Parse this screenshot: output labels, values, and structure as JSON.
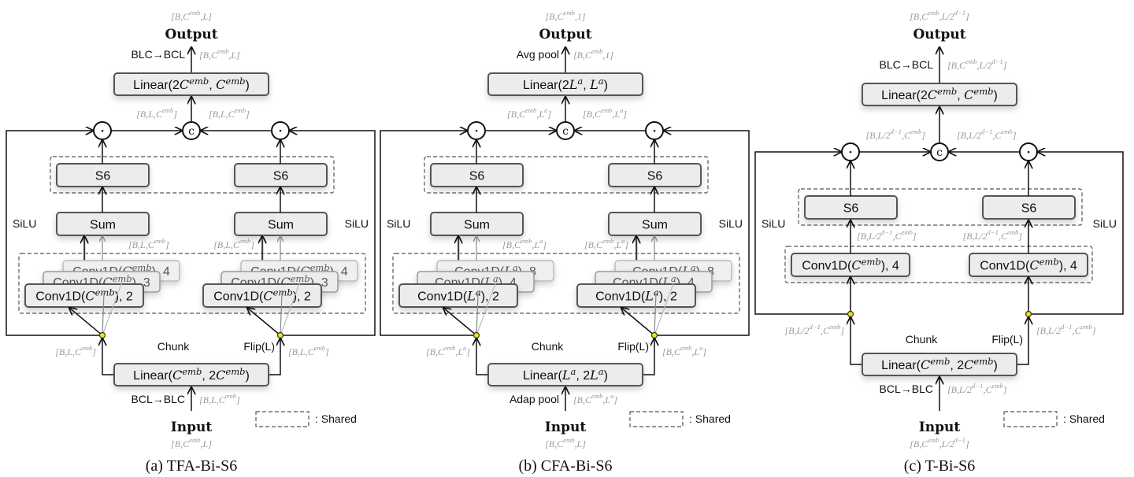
{
  "figure": {
    "panels": [
      {
        "caption": "(a) TFA-Bi-S6",
        "output_label": "Output",
        "output_shape": "[B,C^emb,L]",
        "top_transform": "BLC→BCL",
        "top_shape": "[B,C^emb,L]",
        "top_linear": "Linear(2C^emb, C^emb)",
        "concat_shape_left": "[B,L,C^emb]",
        "concat_shape_right": "[B,L,C^emb]",
        "concat_symbol": "c",
        "mult_symbol": "·",
        "s6_label": "S6",
        "sum_label": "Sum",
        "silu_label": "SiLU",
        "conv_shape_left": "[B,L,C^emb]",
        "conv_shape_right": "[B,L,C^emb]",
        "convs": [
          "Conv1D(C^emb), 2",
          "Conv1D(C^emb), 3",
          "Conv1D(C^emb), 4"
        ],
        "branch_shape_left": "[B,L,C^emb]",
        "branch_shape_right": "[B,L,C^emb]",
        "chunk_label": "Chunk",
        "flip_label": "Flip(L)",
        "bottom_linear": "Linear(C^emb, 2C^emb)",
        "bottom_transform": "BCL→BLC",
        "bottom_shape": "[B,L,C^emb]",
        "input_label": "Input",
        "input_shape": "[B,C^emb,L]",
        "legend_label": ": Shared"
      },
      {
        "caption": "(b) CFA-Bi-S6",
        "output_label": "Output",
        "output_shape": "[B,C^emb,1]",
        "top_transform": "Avg pool",
        "top_shape": "[B,C^emb,1]",
        "top_linear": "Linear(2L^a, L^a)",
        "concat_shape_left": "[B,C^emb,L^a]",
        "concat_shape_right": "[B,C^emb,L^a]",
        "concat_symbol": "c",
        "mult_symbol": "·",
        "s6_label": "S6",
        "sum_label": "Sum",
        "silu_label": "SiLU",
        "conv_shape_left": "[B,C^emb,L^a]",
        "conv_shape_right": "[B,C^emb,L^a]",
        "convs": [
          "Conv1D(L^a), 2",
          "Conv1D(L^a), 4",
          "Conv1D(L^a), 8"
        ],
        "branch_shape_left": "[B,C^emb,L^a]",
        "branch_shape_right": "[B,C^emb,L^a]",
        "chunk_label": "Chunk",
        "flip_label": "Flip(L)",
        "bottom_linear": "Linear(L^a, 2L^a)",
        "bottom_transform": "Adap pool",
        "bottom_shape": "[B,C^emb,L^a]",
        "input_label": "Input",
        "input_shape": "[B,C^emb,L]",
        "legend_label": ": Shared"
      },
      {
        "caption": "(c) T-Bi-S6",
        "output_label": "Output",
        "output_shape": "[B,C^emb,L/2^(d−1)]",
        "top_transform": "BLC→BCL",
        "top_shape": "[B,C^emb,L/2^(d−1)]",
        "top_linear": "Linear(2C^emb, C^emb)",
        "concat_shape_left": "[B,L/2^(d−1),C^emb]",
        "concat_shape_right": "[B,L/2^(d−1),C^emb]",
        "concat_symbol": "c",
        "mult_symbol": "·",
        "s6_label": "S6",
        "silu_label": "SiLU",
        "conv_shape_left": "[B,L/2^(d−1),C^emb]",
        "conv_shape_right": "[B,L/2^(d−1),C^emb]",
        "convs": [
          "Conv1D(C^emb), 4"
        ],
        "branch_shape_left": "[B,L/2^(d−1),C^emb]",
        "branch_shape_right": "[B,L/2^(d−1),C^emb]",
        "chunk_label": "Chunk",
        "flip_label": "Flip(L)",
        "bottom_linear": "Linear(C^emb, 2C^emb)",
        "bottom_transform": "BCL→BLC",
        "bottom_shape": "[B,L/2^(d−1),C^emb]",
        "input_label": "Input",
        "input_shape": "[B,C^emb,L/2^(d−1)]",
        "legend_label": ": Shared"
      }
    ]
  }
}
